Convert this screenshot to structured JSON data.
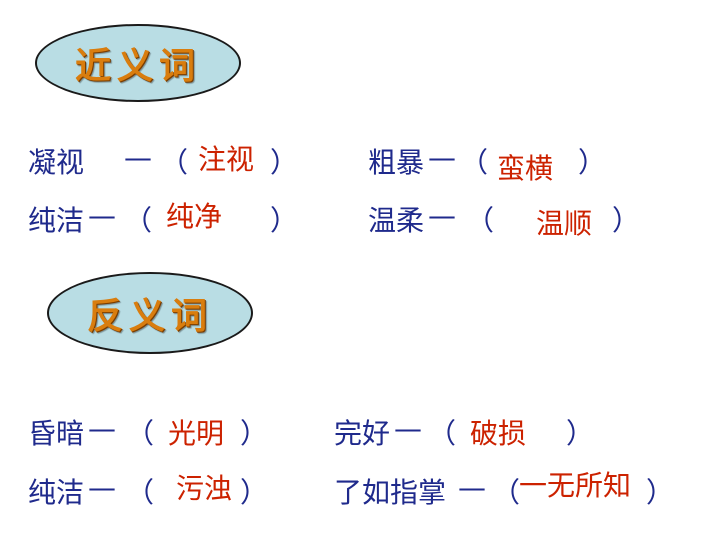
{
  "synonym_header": "近义词",
  "antonym_header": "反义词",
  "synonyms": [
    {
      "word": "凝视",
      "dash": "—",
      "open": "（",
      "answer": "注视",
      "close": "）"
    },
    {
      "word": "粗暴",
      "dash": "—",
      "open": "（",
      "answer": "蛮横",
      "close": "）"
    },
    {
      "word": "纯洁",
      "dash": "—",
      "open": "（",
      "answer": "纯净",
      "close": "）"
    },
    {
      "word": "温柔",
      "dash": "—",
      "open": "（",
      "answer": "温顺",
      "close": "）"
    }
  ],
  "antonyms": [
    {
      "word": "昏暗",
      "dash": "—",
      "open": "（",
      "answer": "光明",
      "close": "）"
    },
    {
      "word": "完好",
      "dash": "—",
      "open": "（",
      "answer": "破损",
      "close": "）"
    },
    {
      "word": "纯洁",
      "dash": "—",
      "open": "（",
      "answer": "污浊",
      "close": "）"
    },
    {
      "word": "了如指掌",
      "dash": "—",
      "open": "（",
      "answer": "一无所知",
      "close": "）"
    }
  ],
  "colors": {
    "prompt_text": "#1f2a8c",
    "answer_text": "#cc2200",
    "oval_fill": "#b9dde4",
    "header_text": "#d97d0e"
  }
}
